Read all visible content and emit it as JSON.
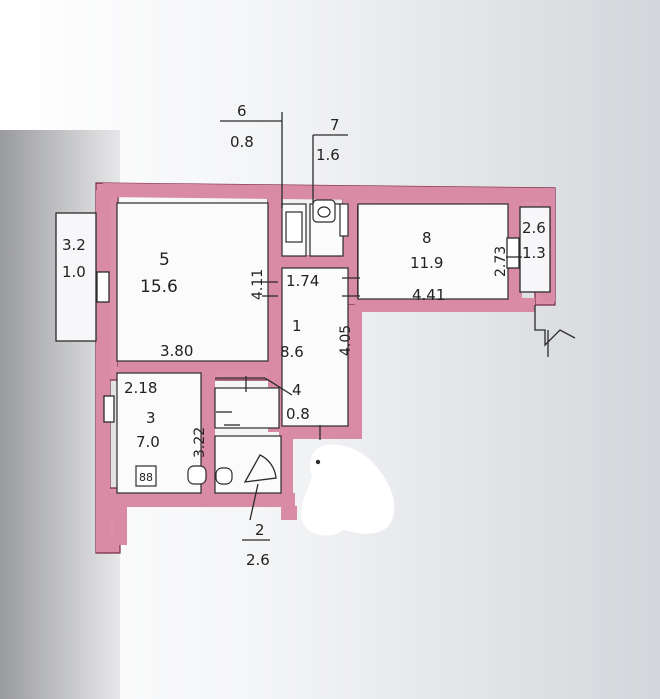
{
  "rooms": [
    {
      "number": "1",
      "area": "8.6"
    },
    {
      "number": "2",
      "area": "2.6"
    },
    {
      "number": "3",
      "area": "7.0"
    },
    {
      "number": "4",
      "area": "0.8"
    },
    {
      "number": "5",
      "area": "15.6"
    },
    {
      "number": "6",
      "area": "0.8"
    },
    {
      "number": "7",
      "area": "1.6"
    },
    {
      "number": "8",
      "area": "11.9"
    }
  ],
  "balconies": [
    {
      "number": "3.2",
      "area": "1.0"
    },
    {
      "number": "2.6",
      "area": "1.3"
    }
  ],
  "dimensions": [
    "3.80",
    "4.11",
    "1.74",
    "4.05",
    "4.41",
    "2.73",
    "2.18",
    "3.22"
  ],
  "stove_symbol": "88",
  "colors": {
    "wall": "#d98aa5",
    "line": "#2b2b2b",
    "blank": "#ffffff"
  }
}
